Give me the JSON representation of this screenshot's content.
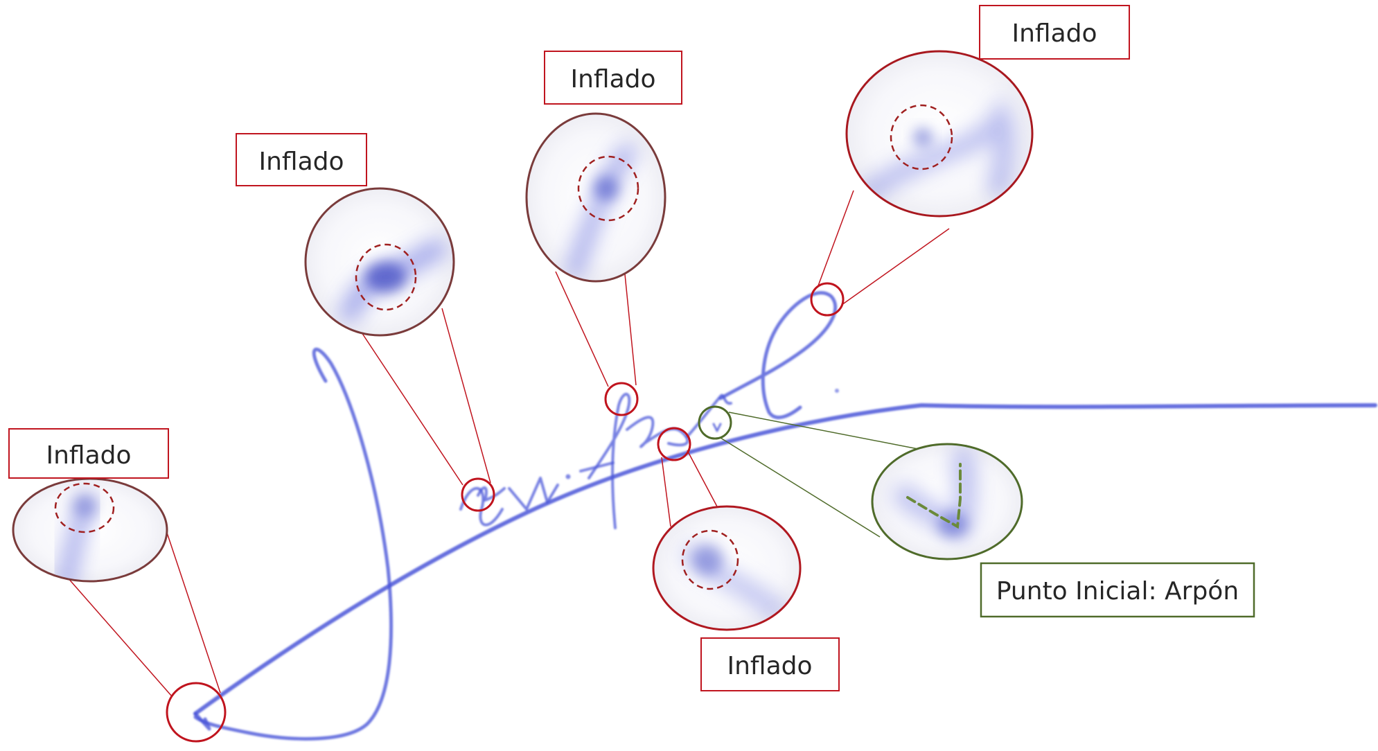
{
  "labels": {
    "inflated": "Inflado",
    "start_point": "Punto Inicial: Arpón"
  },
  "colors": {
    "ink": "#4a55d8",
    "inflation_marker": "#c0141e",
    "start_marker": "#4f6b2a",
    "label_text": "#262626"
  },
  "annotations": [
    {
      "kind": "inflated",
      "label": "Inflado"
    },
    {
      "kind": "inflated",
      "label": "Inflado"
    },
    {
      "kind": "inflated",
      "label": "Inflado"
    },
    {
      "kind": "inflated",
      "label": "Inflado"
    },
    {
      "kind": "inflated",
      "label": "Inflado"
    },
    {
      "kind": "start",
      "label": "Punto Inicial: Arpón"
    }
  ]
}
